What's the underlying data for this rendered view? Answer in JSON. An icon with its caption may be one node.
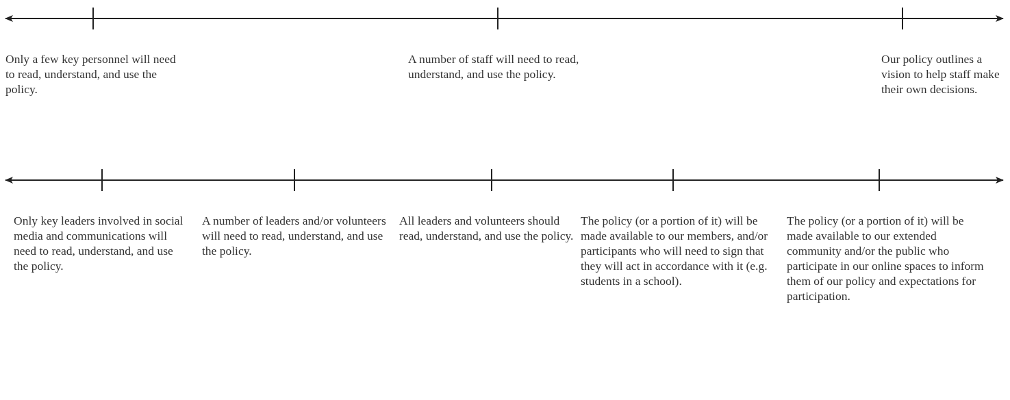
{
  "diagram": {
    "labels": [
      "Only a few key personnel will need to read, understand, and use the policy.",
      "A number of staff will need to read, understand, and use the policy.",
      "Our policy outlines a vision to help staff make their own decisions.",
      "Only key leaders involved in social media and communications will need to read, understand, and use the policy.",
      "A number of leaders and/or volunteers will need to read, understand, and use the policy.",
      "All leaders and volunteers should read, understand, and use the policy.",
      "The policy (or a portion of it) will be made available to our members, and/or participants who will need to sign that they will act in accordance with it (e.g. students in a school).",
      "The policy (or a portion of it) will be made available to our extended community and/or the public who participate in our online spaces to inform them of our policy and expectations for participation."
    ]
  }
}
